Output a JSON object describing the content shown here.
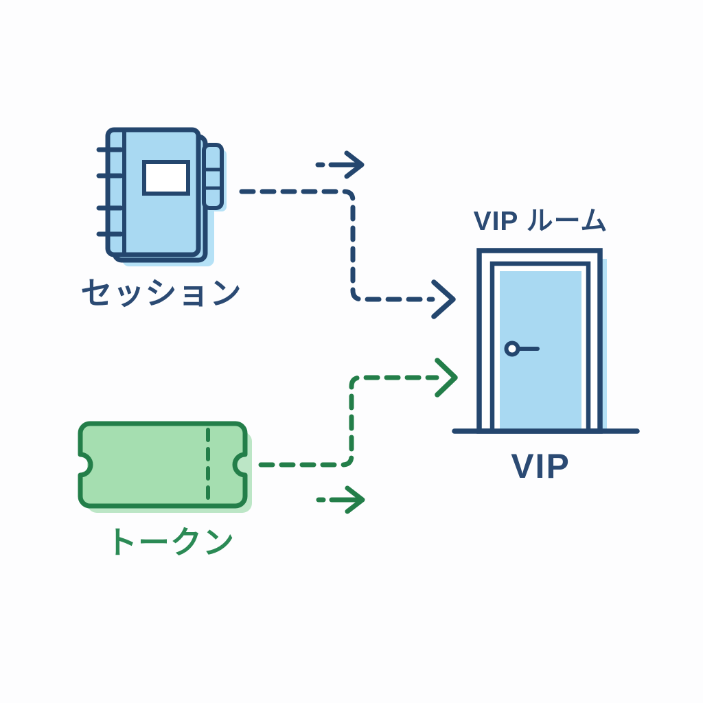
{
  "diagram": {
    "session": {
      "label": "セッション",
      "icon": "notebook-icon"
    },
    "token": {
      "label": "トークン",
      "icon": "ticket-icon"
    },
    "vip_room": {
      "title": "VIP ルーム",
      "caption": "VIP",
      "icon": "door-icon"
    },
    "connections": [
      {
        "from": "session",
        "to": "vip_room",
        "style": "dashed",
        "color": "navy"
      },
      {
        "from": "token",
        "to": "vip_room",
        "style": "dashed",
        "color": "green"
      }
    ]
  },
  "colors": {
    "bg": "#fdfdfe",
    "navy": "#2b4a73",
    "navy_stroke": "#24466e",
    "blue_fill": "#a9d9f2",
    "blue_shadow": "#b5e1f6",
    "green_text": "#2b8a55",
    "green_stroke": "#237e49",
    "green_fill": "#a5deb0",
    "green_shadow": "#bce6c6"
  }
}
